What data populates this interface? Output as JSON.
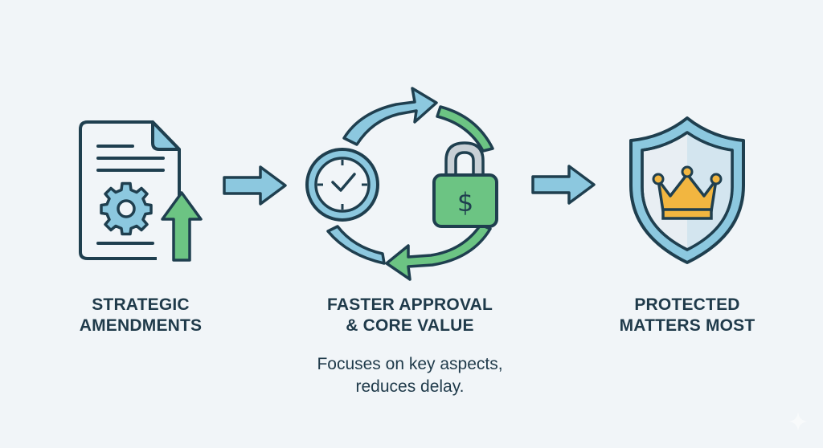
{
  "steps": [
    {
      "id": "strategic-amendments",
      "title_line1": "STRATEGIC",
      "title_line2": "AMENDMENTS",
      "icon": "document-gear-arrow-up-icon"
    },
    {
      "id": "faster-approval",
      "title_line1": "FASTER APPROVAL",
      "title_line2": "& CORE VALUE",
      "description_line1": "Focuses on key aspects,",
      "description_line2": "reduces delay.",
      "icon": "clock-lock-cycle-icon"
    },
    {
      "id": "protected-matters",
      "title_line1": "PROTECTED",
      "title_line2": "MATTERS MOST",
      "icon": "shield-crown-icon"
    }
  ],
  "connectors": [
    "arrow-right-icon",
    "arrow-right-icon"
  ],
  "colors": {
    "background": "#f1f5f8",
    "outline": "#1f3f4f",
    "blue": "#8cc8df",
    "green": "#6cc483",
    "gold": "#f2b640",
    "text": "#1f3a4a"
  }
}
